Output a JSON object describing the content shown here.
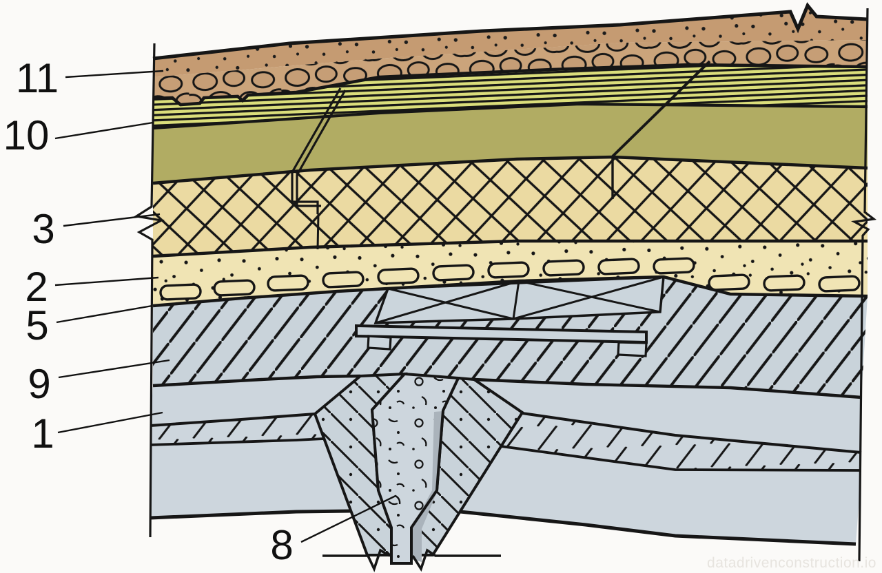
{
  "diagram": {
    "type": "construction-section-detail",
    "callouts": {
      "c11": "11",
      "c10": "10",
      "c3": "3",
      "c2": "2",
      "c5": "5",
      "c9": "9",
      "c1": "1",
      "c8": "8"
    },
    "watermark": "datadrivenconstruction.io",
    "colors": {
      "outline": "#161616",
      "topsoil": "#c59b72",
      "pebble_zone": "#cba47b",
      "pebble_fill": "#c69e76",
      "membrane_stripe": "#dbde7b",
      "protection_layer": "#b1ac63",
      "insulation": "#ebdaa2",
      "screed": "#f0e4b4",
      "slab": "#c9d3da",
      "slab_solid": "#cdd6dd",
      "plate_face": "#cbd5dc",
      "pipe_shade": "#aab3bb",
      "paper": "#fbfaf8"
    }
  }
}
